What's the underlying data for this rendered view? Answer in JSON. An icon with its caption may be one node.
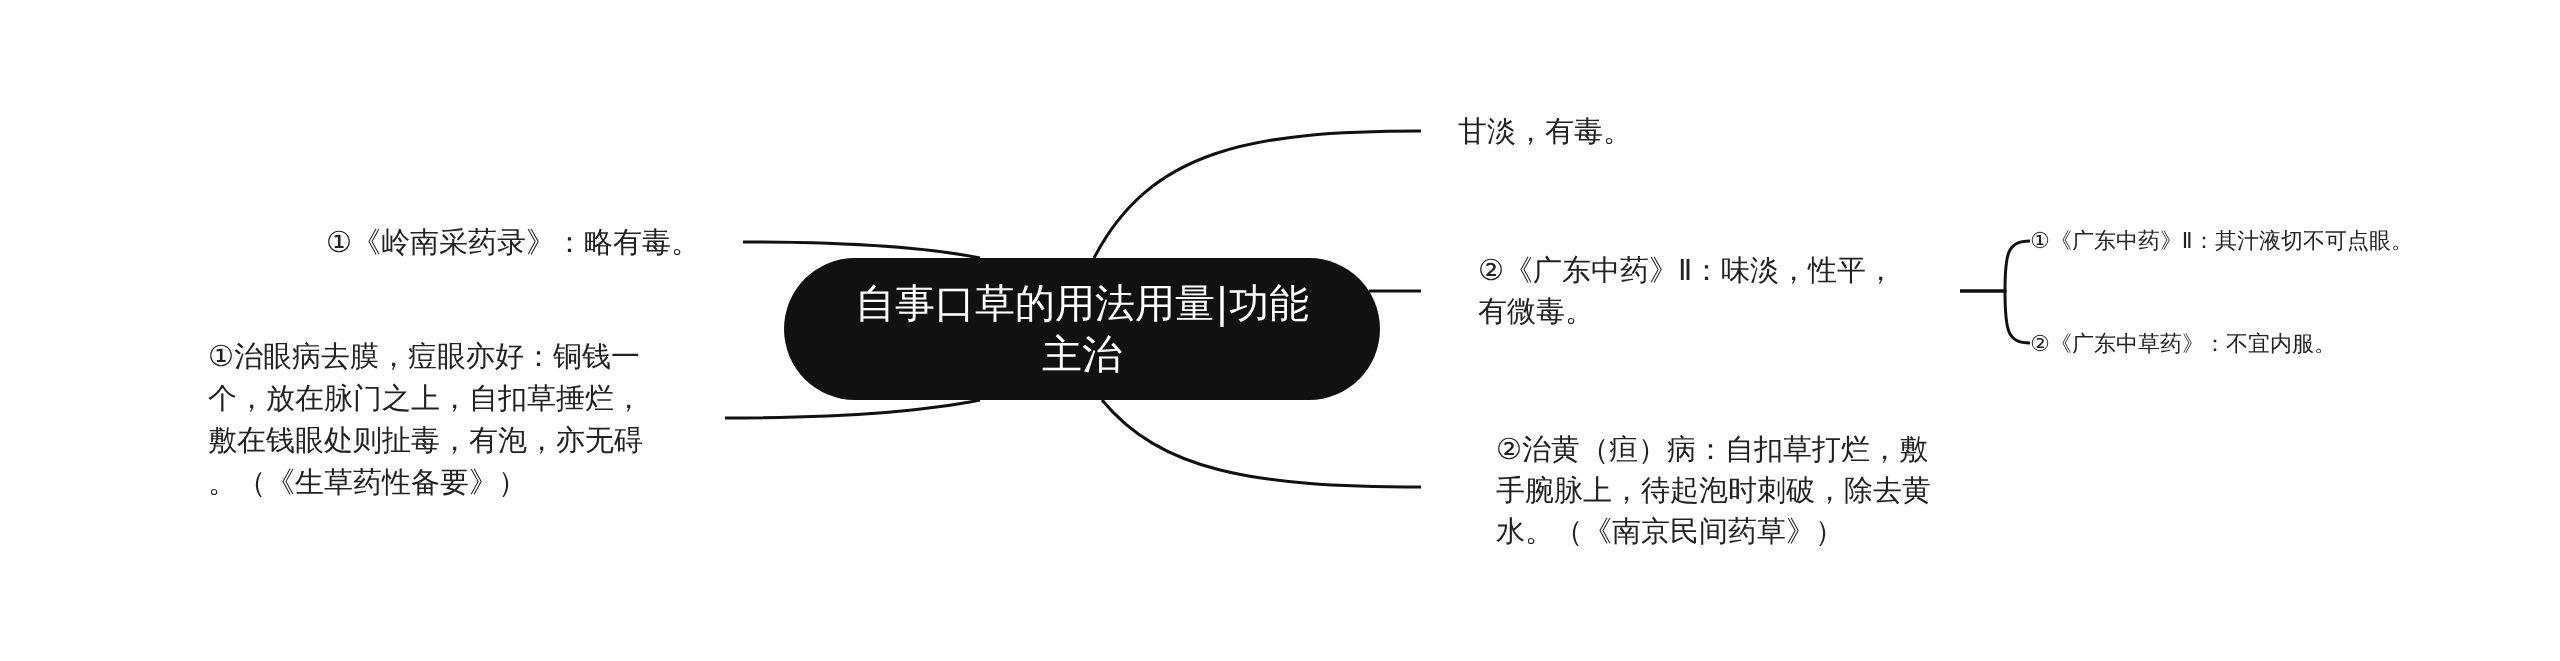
{
  "diagram": {
    "nodes": [
      {
        "text": [
          "自事口草的用法用量|功能主治"
        ]
      },
      {
        "text": [
          "①《岭南采药录》：略有毒。"
        ]
      },
      {
        "text": [
          "①治眼病去膜，痘眼亦好：铜钱一个，放在脉门之上，自扣草捶烂，敷在钱眼处则扯毒，有泡，亦无碍。（《生草药性备要》）"
        ]
      },
      {
        "text": [
          "甘淡，有毒。"
        ]
      },
      {
        "text": [
          "②《广东中药》Ⅱ：味淡，性平，有微毒。"
        ]
      },
      {
        "text": [
          "①《广东中药》Ⅱ：其汁液切不可点眼。"
        ]
      },
      {
        "text": [
          "②《广东中草药》：不宜内服。"
        ]
      },
      {
        "text": [
          "②治黄（疸）病：自扣草打烂，敷手腕脉上，待起泡时刺破，除去黄水。（《南京民间药草》）"
        ]
      }
    ],
    "edges": [
      {
        "from": 0,
        "to": 1,
        "arrow": "none"
      },
      {
        "from": 0,
        "to": 2,
        "arrow": "none"
      },
      {
        "from": 0,
        "to": 3,
        "arrow": "none"
      },
      {
        "from": 0,
        "to": 4,
        "arrow": "none"
      },
      {
        "from": 4,
        "to": 5,
        "arrow": "none"
      },
      {
        "from": 4,
        "to": 6,
        "arrow": "none"
      },
      {
        "from": 0,
        "to": 7,
        "arrow": "none"
      }
    ]
  }
}
